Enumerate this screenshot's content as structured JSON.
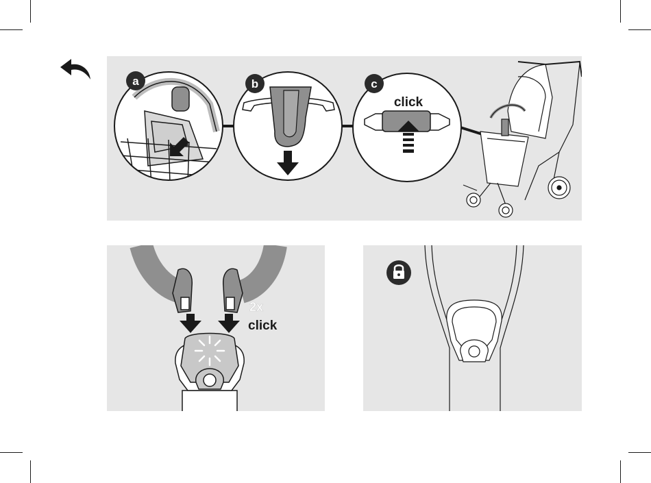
{
  "step_a": {
    "badge": "a"
  },
  "step_b": {
    "badge": "b"
  },
  "step_c": {
    "badge": "c",
    "sound_label": "click"
  },
  "bottom_left": {
    "count_label": "2x",
    "sound_label": "click"
  },
  "bottom_right": {
    "status_icon": "lock-icon"
  },
  "nav": {
    "back_icon": "back-arrow-icon"
  },
  "colors": {
    "panel": "#e6e6e6",
    "ink": "#1a1a1a",
    "badge": "#2b2b2b",
    "bumper": "#8f8f8f"
  }
}
